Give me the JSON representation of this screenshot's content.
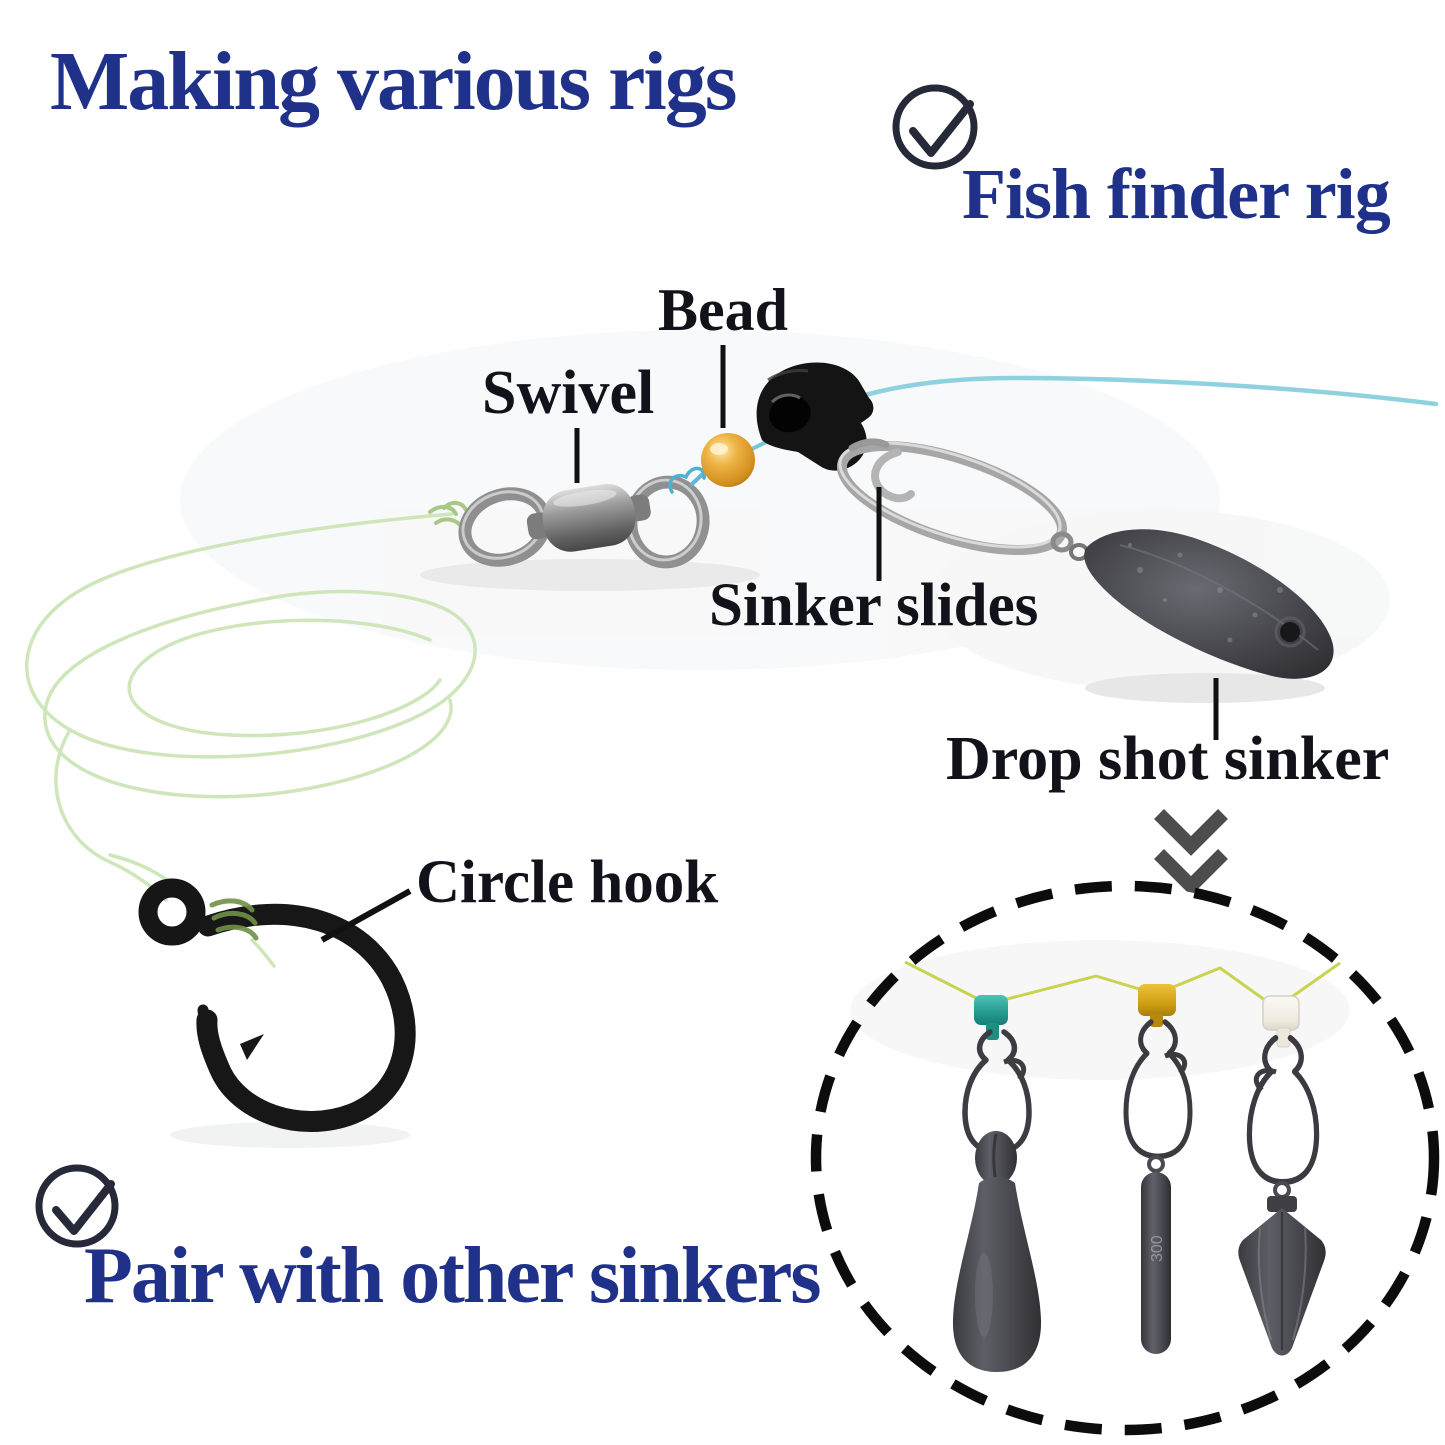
{
  "title": {
    "text": "Making various rigs"
  },
  "features": [
    {
      "id": "fish_finder_rig",
      "label": "Fish finder rig"
    },
    {
      "id": "pair_with_other_sinkers",
      "label": "Pair with other sinkers"
    }
  ],
  "part_labels": {
    "bead": "Bead",
    "swivel": "Swivel",
    "sinker_slides": "Sinker slides",
    "drop_shot_sinker": "Drop shot sinker",
    "circle_hook": "Circle hook"
  },
  "detail_inset": {
    "pencil_sinker_marking": "300",
    "sinker_types": [
      "spoon-sinker",
      "pencil-sinker",
      "pyramid-sinker"
    ]
  },
  "icons": [
    "checkmark-circle-icon",
    "double-chevron-down-icon",
    "dashed-circle-inset"
  ],
  "colors": {
    "heading_blue": "#203189",
    "label_black": "#12121a",
    "check_dark": "#262a38",
    "bead_orange": "#d89426",
    "main_line_blue": "#8ed2e0",
    "leader_line_green": "#cfe6ba",
    "zigzag_line_yellow": "#c9d34f",
    "clip_teal": "#2ba396",
    "clip_yellow": "#d8a41b",
    "clip_white": "#f2efe8",
    "lead_gray": "#3c3c42",
    "snap_silver": "#a6a6a6"
  }
}
